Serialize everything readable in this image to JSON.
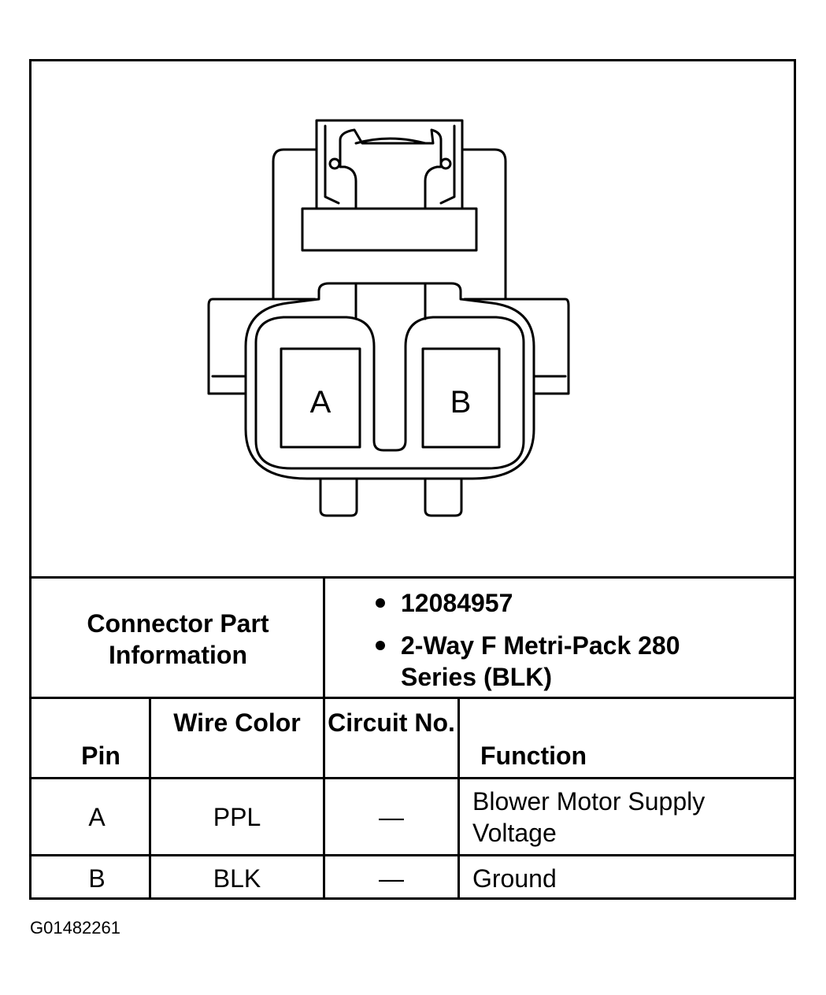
{
  "connector": {
    "pin_a_label": "A",
    "pin_b_label": "B"
  },
  "part_info": {
    "label": "Connector Part Information",
    "items": [
      "12084957",
      "2-Way F Metri-Pack 280 Series (BLK)"
    ]
  },
  "table": {
    "headers": {
      "pin": "Pin",
      "wire_color": "Wire Color",
      "circuit_no": "Circuit No.",
      "function": "Function"
    },
    "rows": [
      {
        "pin": "A",
        "wire_color": "PPL",
        "circuit_no": "—",
        "function": "Blower Motor Supply Voltage"
      },
      {
        "pin": "B",
        "wire_color": "BLK",
        "circuit_no": "—",
        "function": "Ground"
      }
    ]
  },
  "figure_code": "G01482261"
}
